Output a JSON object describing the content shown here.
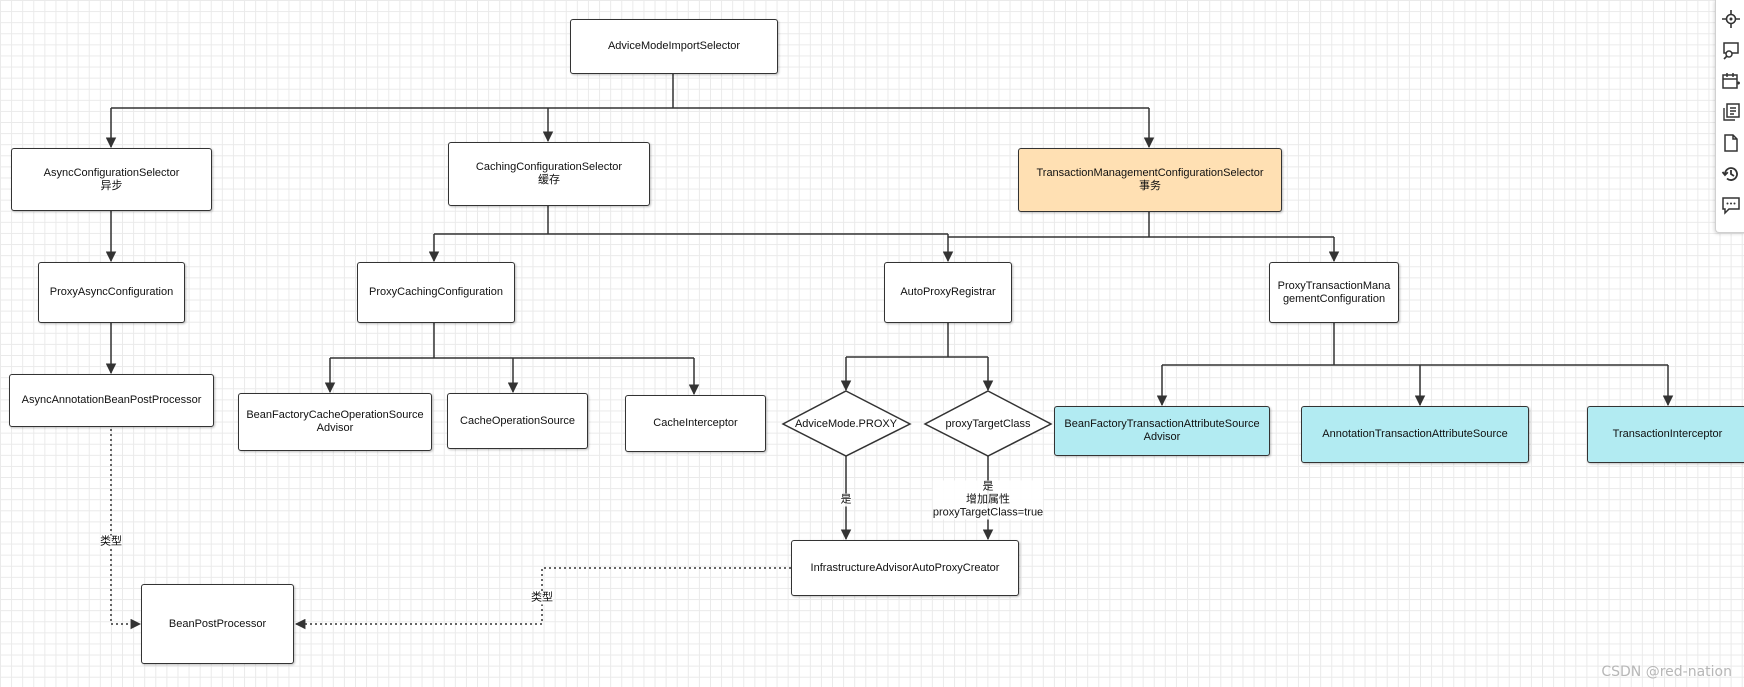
{
  "nodes": {
    "advice_mode_import_selector": [
      "AdviceModeImportSelector"
    ],
    "async_configuration_selector": [
      "AsyncConfigurationSelector",
      "异步"
    ],
    "caching_configuration_selector": [
      "CachingConfigurationSelector",
      "缓存"
    ],
    "transaction_management_configuration_selector": [
      "TransactionManagementConfigurationSelector",
      "事务"
    ],
    "proxy_async_configuration": [
      "ProxyAsyncConfiguration"
    ],
    "proxy_caching_configuration": [
      "ProxyCachingConfiguration"
    ],
    "auto_proxy_registrar": [
      "AutoProxyRegistrar"
    ],
    "proxy_transaction_management_configuration": [
      "ProxyTransactionMana",
      "gementConfiguration"
    ],
    "async_annotation_bean_post_processor": [
      "AsyncAnnotationBeanPostProcessor"
    ],
    "bean_factory_cache_operation_source_advisor": [
      "BeanFactoryCacheOperationSource",
      "Advisor"
    ],
    "cache_operation_source": [
      "CacheOperationSource"
    ],
    "cache_interceptor": [
      "CacheInterceptor"
    ],
    "advice_mode_proxy": [
      "AdviceMode.PROXY"
    ],
    "proxy_target_class": [
      "proxyTargetClass"
    ],
    "bean_factory_transaction_attribute_source_advisor": [
      "BeanFactoryTransactionAttributeSource",
      "Advisor"
    ],
    "annotation_transaction_attribute_source": [
      "AnnotationTransactionAttributeSource"
    ],
    "transaction_interceptor": [
      "TransactionInterceptor"
    ],
    "infrastructure_advisor_auto_proxy_creator": [
      "InfrastructureAdvisorAutoProxyCreator"
    ],
    "bean_post_processor": [
      "BeanPostProcessor"
    ]
  },
  "edge_labels": {
    "type_left": [
      "类型"
    ],
    "type_right": [
      "类型"
    ],
    "yes_advice_mode": [
      "是"
    ],
    "yes_proxy_target_class": [
      "是",
      "增加属性",
      "proxyTargetClass=true"
    ]
  },
  "colors": {
    "highlight_orange": "#ffe0b3",
    "highlight_cyan": "#b2ebf2",
    "line": "#333333"
  },
  "toolbar": {
    "icons": [
      "crosshair-icon",
      "find-replace-icon",
      "calendar-icon",
      "copy-icon",
      "page-icon",
      "history-icon",
      "comment-icon"
    ]
  },
  "watermark": "CSDN @red-nation"
}
